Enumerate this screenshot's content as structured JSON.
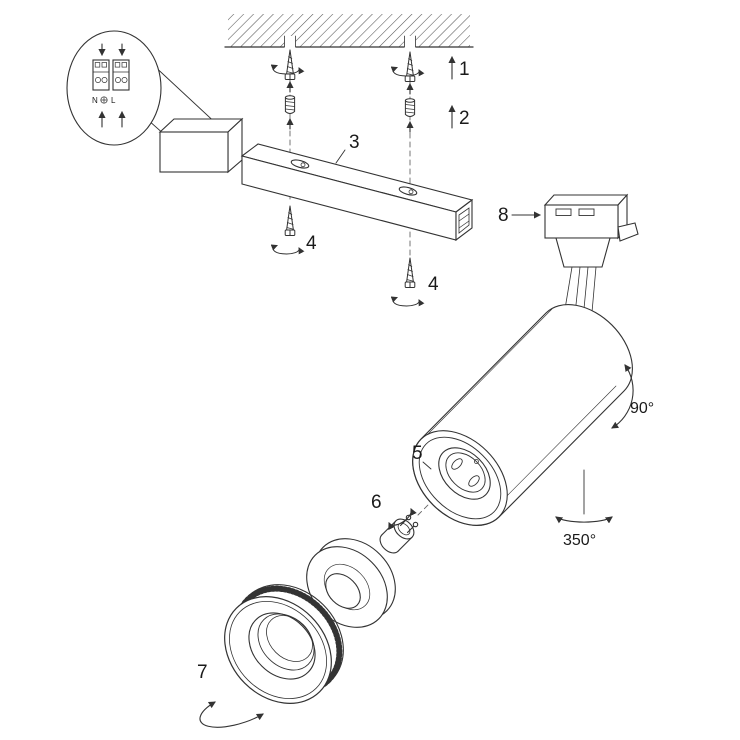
{
  "figure": {
    "type": "track-spotlight-installation-diagram",
    "background_color": "#ffffff",
    "line_color": "#333333",
    "callouts": {
      "step_1": "1",
      "step_2": "2",
      "step_3": "3",
      "step_4_upper": "4",
      "step_4_lower": "4",
      "step_5": "5",
      "step_6": "6",
      "step_7": "7",
      "step_8": "8"
    },
    "angles": {
      "tilt": "90°",
      "rotation": "350°"
    },
    "terminal_labels": {
      "neutral": "N",
      "live": "L"
    },
    "icons": {
      "arrows": "direction-arrow-icon",
      "rotation": "rotation-arrow-icon",
      "hatch": "ceiling-hatch"
    }
  }
}
